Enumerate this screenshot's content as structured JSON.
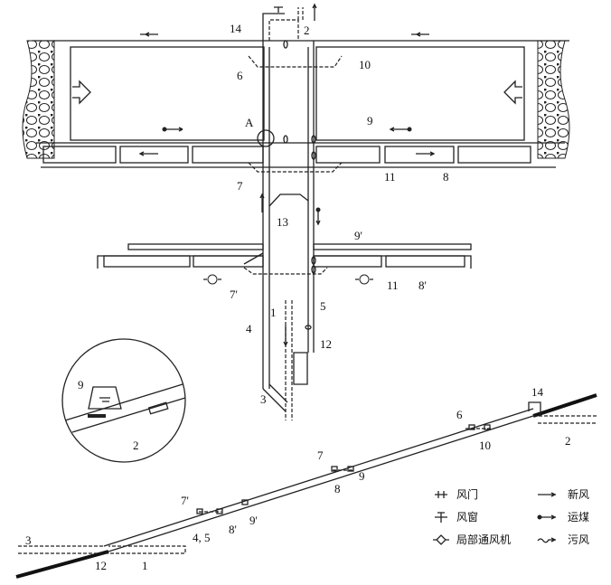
{
  "plan_labels": {
    "n14": "14",
    "n2": "2",
    "n6": "6",
    "n10": "10",
    "A": "A",
    "n9": "9",
    "n11": "11",
    "n8": "8",
    "n7": "7",
    "n13": "13",
    "n9p": "9'",
    "n7p": "7'",
    "n11b": "11",
    "n8p": "8'",
    "n1": "1",
    "n5": "5",
    "n4": "4",
    "n12": "12",
    "n3": "3"
  },
  "inset_labels": {
    "n9": "9",
    "n2": "2"
  },
  "section_labels": {
    "n14": "14",
    "n6": "6",
    "n10": "10",
    "n2": "2",
    "n7": "7",
    "n9": "9",
    "n8": "8",
    "n7p": "7'",
    "n9p": "9'",
    "n8p": "8'",
    "n45": "4, 5",
    "n3": "3",
    "n12": "12",
    "n1": "1"
  },
  "legend": [
    {
      "icon": "air-door-icon",
      "label": "风门"
    },
    {
      "icon": "fresh-air-icon",
      "label": "新风"
    },
    {
      "icon": "air-window-icon",
      "label": "风窗"
    },
    {
      "icon": "coal-transport-icon",
      "label": "运煤"
    },
    {
      "icon": "local-fan-icon",
      "label": "局部通风机"
    },
    {
      "icon": "return-air-icon",
      "label": "污风"
    }
  ]
}
